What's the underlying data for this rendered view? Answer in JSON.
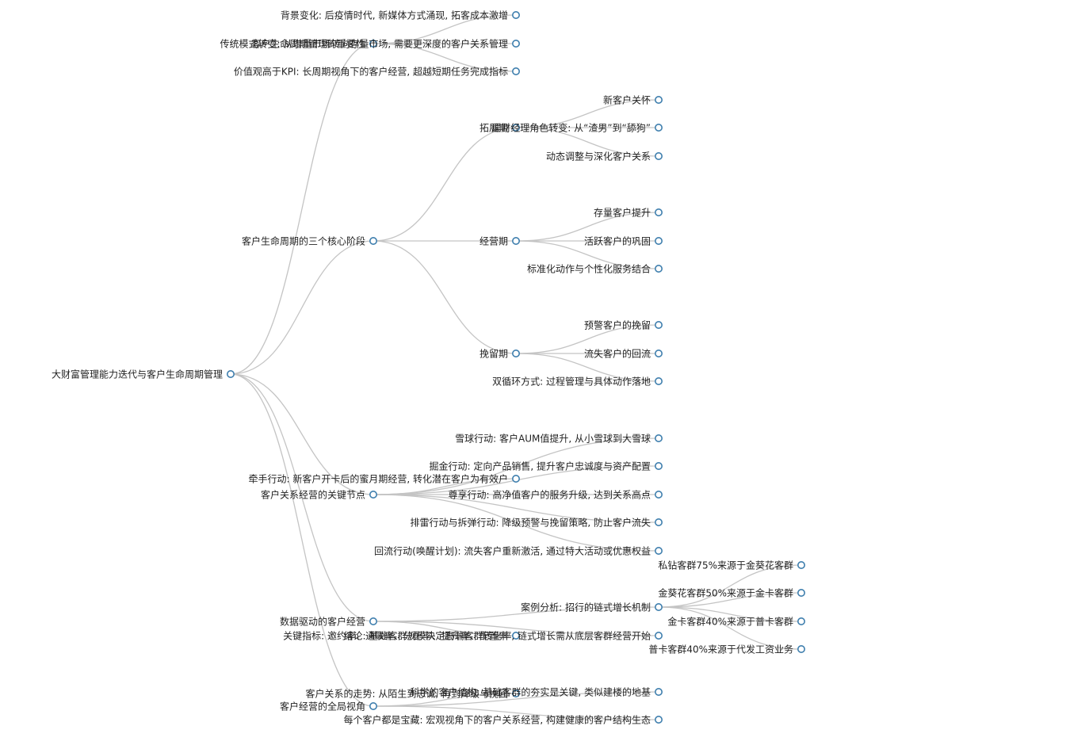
{
  "root": {
    "label": "大财富管理能力迭代与客户生命周期管理",
    "children": [
      {
        "label": "客户生命周期管理的重要性",
        "children": [
          {
            "label": "背景变化: 后疫情时代, 新媒体方式涌现, 拓客成本激增"
          },
          {
            "label": "传统模式转变: 从增量市场转向存量市场, 需要更深度的客户关系管理"
          },
          {
            "label": "价值观高于KPI: 长周期视角下的客户经营, 超越短期任务完成指标"
          }
        ]
      },
      {
        "label": "客户生命周期的三个核心阶段",
        "children": [
          {
            "label": "拓展期",
            "children": [
              {
                "label": "新客户关怀"
              },
              {
                "label": "理财经理角色转变: 从“渣男”到“舔狗”"
              },
              {
                "label": "动态调整与深化客户关系"
              }
            ]
          },
          {
            "label": "经营期",
            "children": [
              {
                "label": "存量客户提升"
              },
              {
                "label": "活跃客户的巩固"
              },
              {
                "label": "标准化动作与个性化服务结合"
              }
            ]
          },
          {
            "label": "挽留期",
            "children": [
              {
                "label": "预警客户的挽留"
              },
              {
                "label": "流失客户的回流"
              },
              {
                "label": "双循环方式: 过程管理与具体动作落地"
              }
            ]
          }
        ]
      },
      {
        "label": "客户关系经营的关键节点",
        "children": [
          {
            "label": "牵手行动: 新客户开卡后的蜜月期经营, 转化潜在客户为有效户"
          },
          {
            "label": "雪球行动: 客户AUM值提升, 从小雪球到大雪球"
          },
          {
            "label": "掘金行动: 定向产品销售, 提升客户忠诚度与资产配置"
          },
          {
            "label": "尊享行动: 高净值客户的服务升级, 达到关系高点"
          },
          {
            "label": "排雷行动与拆弹行动: 降级预警与挽留策略, 防止客户流失"
          },
          {
            "label": "回流行动(唤醒计划): 流失客户重新激活, 通过特大活动或优惠权益"
          }
        ]
      },
      {
        "label": "数据驱动的客户经营",
        "children": [
          {
            "label": "关键指标: 邀约率、通联率、分配率、提升率、配置率"
          },
          {
            "label": "案例分析: 招行的链式增长机制",
            "children": [
              {
                "label": "私钻客群75%来源于金葵花客群"
              },
              {
                "label": "金葵花客群50%来源于金卡客群"
              },
              {
                "label": "金卡客群40%来源于普卡客群"
              },
              {
                "label": "普卡客群40%来源于代发工资业务"
              }
            ]
          },
          {
            "label": "结论: 基础客群规模决定高端客群转化率, 链式增长需从底层客群经营开始"
          }
        ]
      },
      {
        "label": "客户经营的全局视角",
        "children": [
          {
            "label": "客户关系的走势: 从陌生到忠诚, 再到降级与挽回"
          },
          {
            "label": "科学的客户结构: 基础客群的夯实是关键, 类似建楼的地基"
          },
          {
            "label": "每个客户都是宝藏: 宏观视角下的客户关系经营, 构建健康的客户结构生态"
          }
        ]
      }
    ]
  }
}
